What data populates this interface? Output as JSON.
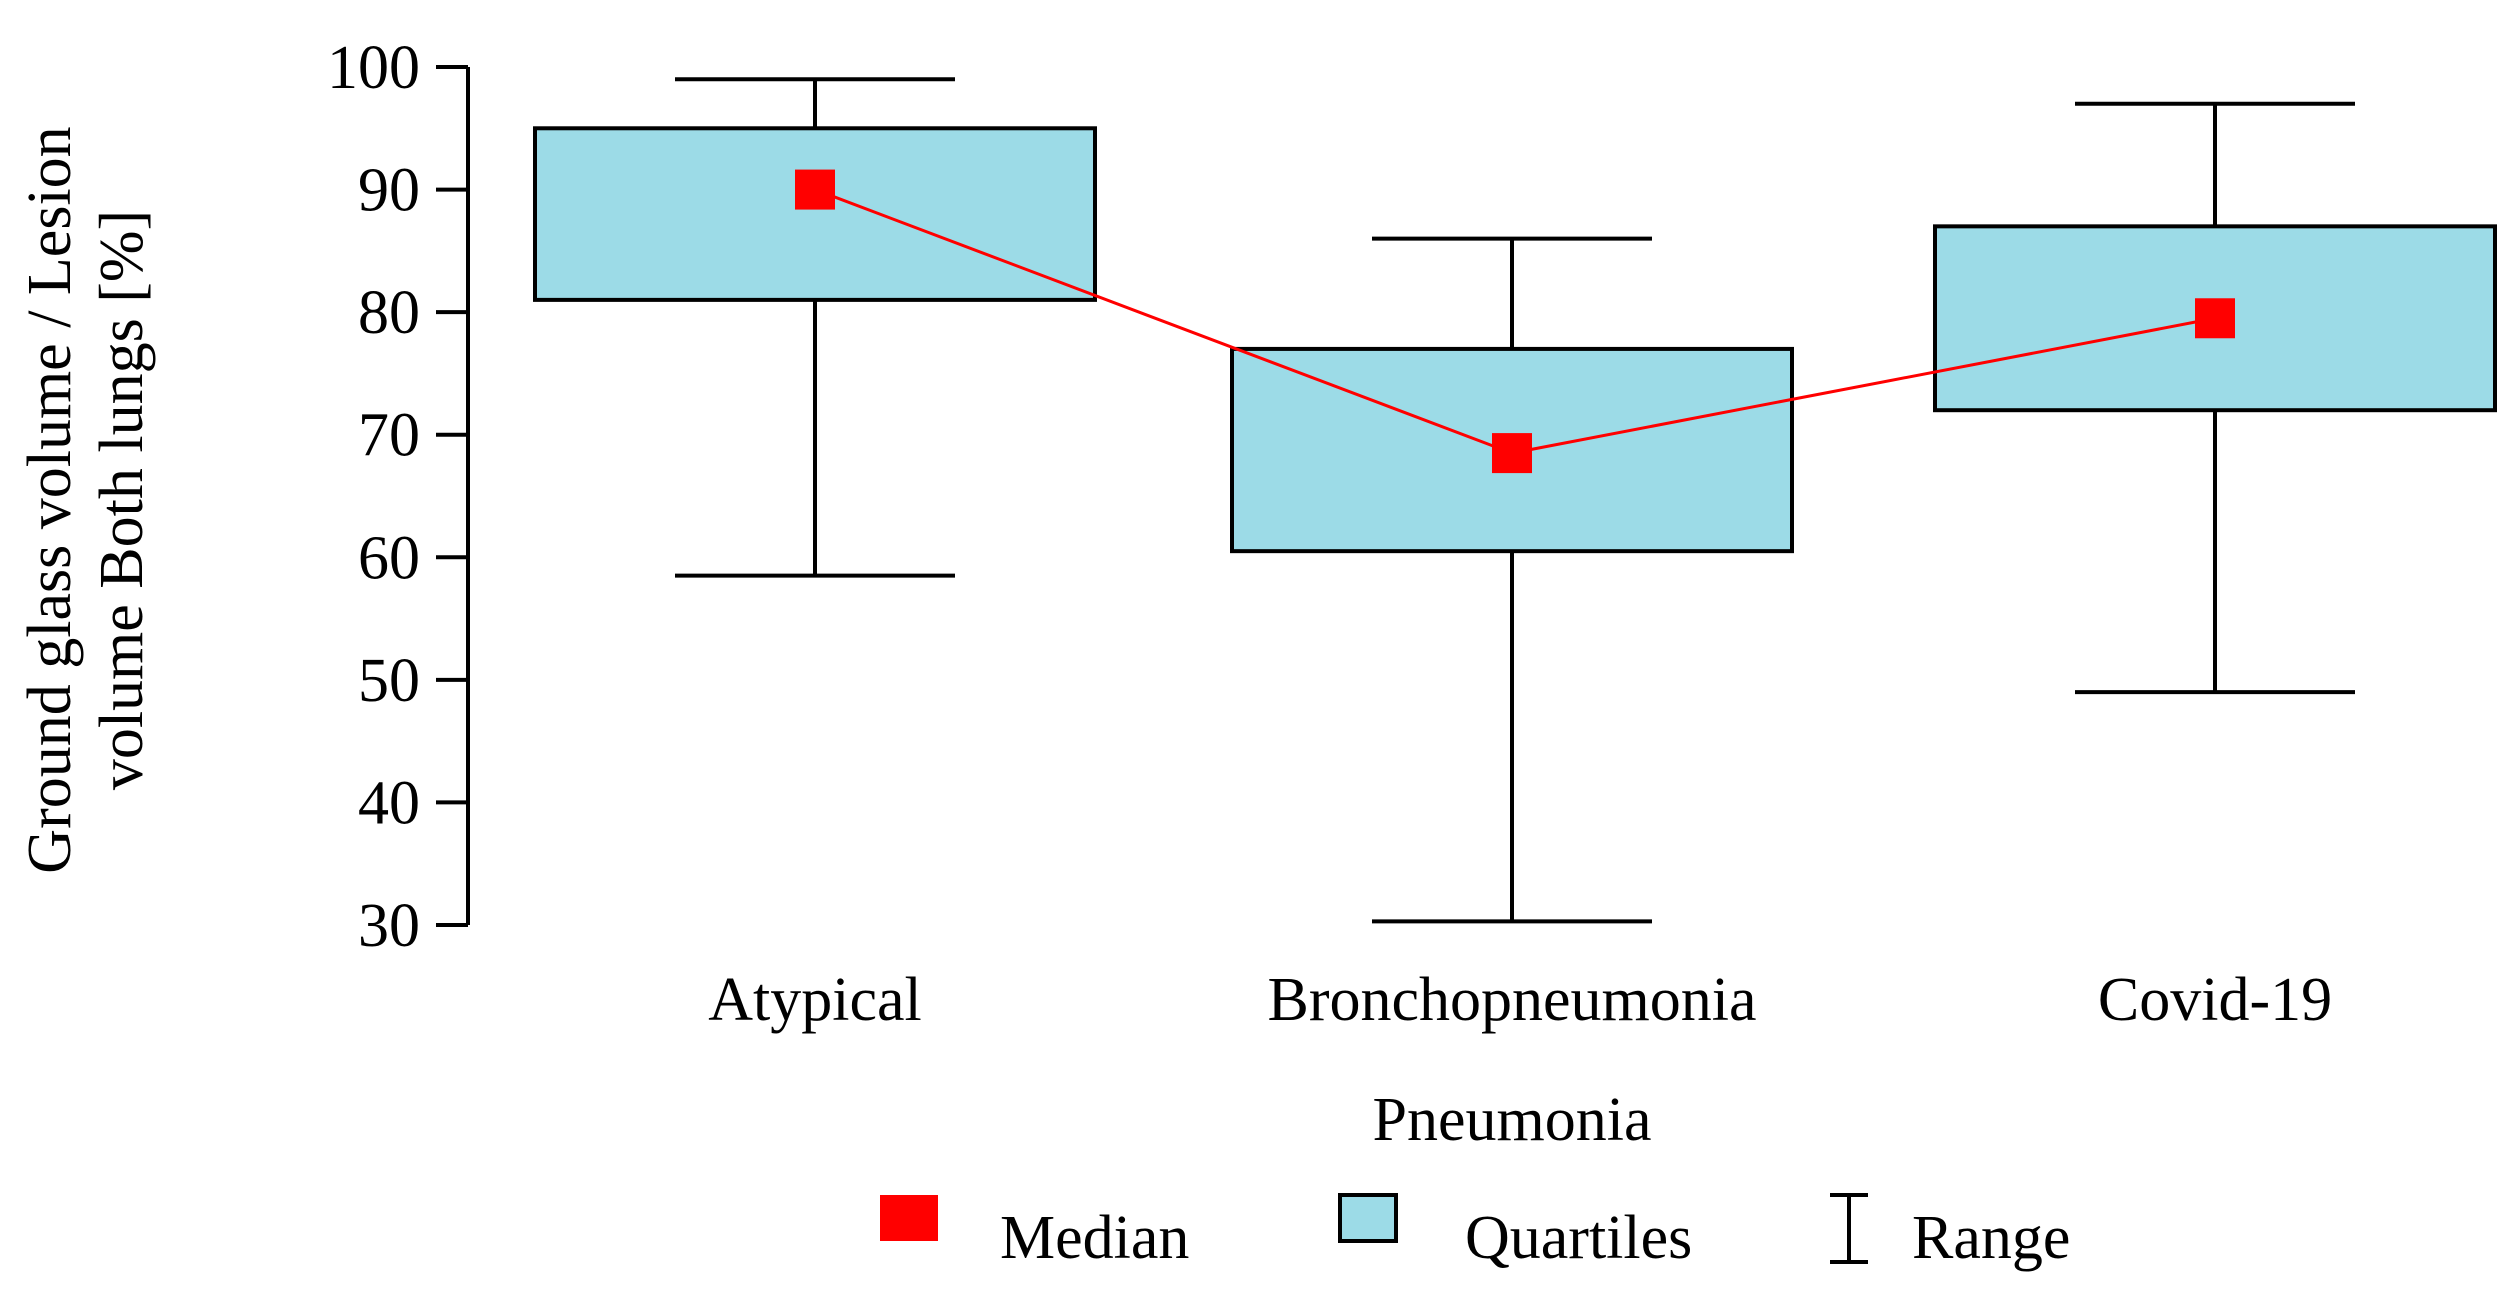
{
  "chart_data": {
    "type": "box",
    "categories": [
      "Atypical",
      "Bronchopneumonia",
      "Covid-19"
    ],
    "series": [
      {
        "name": "Median",
        "values": [
          90,
          68.5,
          79.5
        ]
      },
      {
        "name": "Quartiles",
        "q1": [
          81,
          60.5,
          72
        ],
        "q3": [
          95,
          77,
          87
        ]
      },
      {
        "name": "Range",
        "min": [
          58.5,
          30.3,
          49
        ],
        "max": [
          99,
          86,
          97
        ]
      }
    ],
    "xlabel": "Pneumonia",
    "ylabel_lines": [
      "Ground glass volume / Lesion",
      "volume Both lungs [%]"
    ],
    "ylim": [
      30,
      100
    ],
    "yticks": [
      "100",
      "90",
      "80",
      "70",
      "60",
      "50",
      "40",
      "30"
    ],
    "grid": false,
    "legend_position": "bottom",
    "legend": [
      {
        "label": "Median",
        "symbol": "square"
      },
      {
        "label": "Quartiles",
        "symbol": "box"
      },
      {
        "label": "Range",
        "symbol": "whisker"
      }
    ],
    "colors": {
      "median": "#ff0000",
      "box_fill": "#9cdbe7",
      "line": "#000000"
    }
  }
}
